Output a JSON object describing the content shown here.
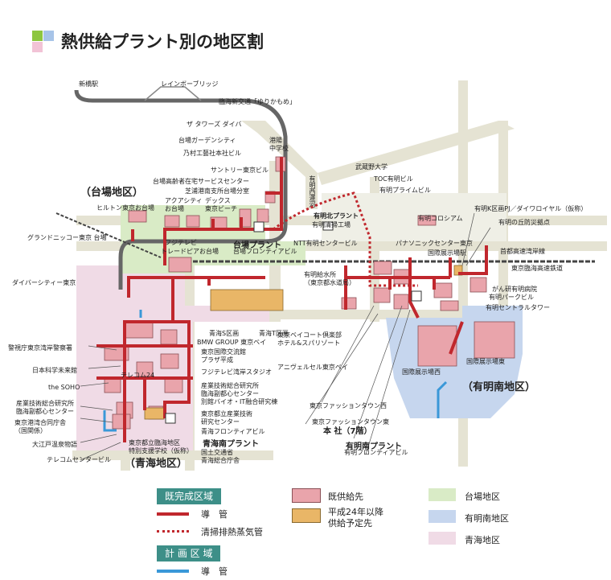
{
  "title": "熱供給プラント別の地区割",
  "colors": {
    "daiba_area": "#d9ebc6",
    "ariake_south_area": "#c6d6ee",
    "aomi_area": "#f0dbe6",
    "pipe": "#c0272d",
    "existing_supply": "#e9a4ab",
    "planned_supply": "#e9b667",
    "road": "#e5e3d3",
    "rail": "#555555",
    "legend_head": "#3d8f88",
    "planned_pipe": "#3a98d8"
  },
  "district_labels": {
    "daiba": "（台場地区）",
    "ariake_south": "（有明南地区）",
    "aomi": "（青海地区）"
  },
  "plant_labels": {
    "daiba_plant": "台場プラント",
    "ariake_north_plant": "有明北プラント",
    "ariake_south_plant": "有明南プラント",
    "aomi_plant": "青海南プラント",
    "hq": "本 社（7階）"
  },
  "map_labels": [
    {
      "id": "shimbashi",
      "text": "新橋駅"
    },
    {
      "id": "rainbow-bridge",
      "text": "レインボーブリッジ"
    },
    {
      "id": "yurikamome",
      "text": "臨海新交通「ゆりかもめ」"
    },
    {
      "id": "the-towers",
      "text": "ザ タワーズ ダイバ"
    },
    {
      "id": "daiba-garden-city",
      "text": "台場ガーデンシティ"
    },
    {
      "id": "nogi",
      "text": "乃村工藝社本社ビル"
    },
    {
      "id": "minato-jhs",
      "text": "港陽\n中学校"
    },
    {
      "id": "suntory",
      "text": "サントリー東京ビル"
    },
    {
      "id": "elderly-center",
      "text": "台場高齢者在宅サービスセンター"
    },
    {
      "id": "shibaura-branch",
      "text": "芝浦港南支所台場分室"
    },
    {
      "id": "ariake-nishi-canal",
      "text": "有明西運河"
    },
    {
      "id": "aqua-city",
      "text": "アクアシティ\nお台場"
    },
    {
      "id": "decks",
      "text": "デックス\n東京ビーチ"
    },
    {
      "id": "hilton",
      "text": "ヒルトン東京お台場"
    },
    {
      "id": "grand-nikko",
      "text": "グランドニッコー東京 台場"
    },
    {
      "id": "fuji-tv",
      "text": "フジテレビ"
    },
    {
      "id": "trade-pia",
      "text": "トレードピアお台場"
    },
    {
      "id": "daiba-frontier",
      "text": "台場フロンティアビル"
    },
    {
      "id": "divercity",
      "text": "ダイバーシティー東京"
    },
    {
      "id": "aomi-s",
      "text": "青海S区画"
    },
    {
      "id": "aomi-t",
      "text": "青海T区画"
    },
    {
      "id": "bmw",
      "text": "BMW GROUP 東京ベイ"
    },
    {
      "id": "tokyo-intl-exchange",
      "text": "東京国際交流館\nプラザ平成"
    },
    {
      "id": "fuji-studio",
      "text": "フジテレビ湾岸スタジオ"
    },
    {
      "id": "aist",
      "text": "産業技術総合研究所\n臨海副都心センター\n別館バイオ・IT融合研究棟"
    },
    {
      "id": "tokyo-tech-center",
      "text": "東京都立産業技術\n研究センター"
    },
    {
      "id": "aomi-frontier",
      "text": "青海フロンティアビル"
    },
    {
      "id": "police",
      "text": "警視庁東京湾岸警察署"
    },
    {
      "id": "miraikan",
      "text": "日本科学未来館"
    },
    {
      "id": "the-soho",
      "text": "the SOHO"
    },
    {
      "id": "aist-rinkai",
      "text": "産業技術総合研究所\n臨海副都心センター"
    },
    {
      "id": "port-office",
      "text": "東京港湾合同庁舎\n（国関係）"
    },
    {
      "id": "oedo-onsen",
      "text": "大江戸温泉物語"
    },
    {
      "id": "telecom",
      "text": "テレコムセンタービル"
    },
    {
      "id": "aomi-school",
      "text": "東京都立臨海地区\n特別支援学校（仮称）"
    },
    {
      "id": "mlit",
      "text": "国土交通省\n青海総合庁舎"
    },
    {
      "id": "telecom-24",
      "text": "テレコム24"
    },
    {
      "id": "ariake-west-canal-2",
      "text": "有明清掃工場"
    },
    {
      "id": "musashino",
      "text": "武蔵野大学"
    },
    {
      "id": "toc",
      "text": "TOC有明ビル"
    },
    {
      "id": "ariake-prime",
      "text": "有明プライムビル"
    },
    {
      "id": "colosseum",
      "text": "有明コロシアム"
    },
    {
      "id": "ntt",
      "text": "NTT有明センタービル"
    },
    {
      "id": "panasonic",
      "text": "パナソニックセンター東京"
    },
    {
      "id": "kokusai-tenjijo-st",
      "text": "国際展示場駅"
    },
    {
      "id": "ariake-k",
      "text": "有明K区画PJ／ダイワロイヤル（仮称）"
    },
    {
      "id": "oka-bousai",
      "text": "有明の丘防災拠点"
    },
    {
      "id": "shuto-exp",
      "text": "首都高速湾岸線"
    },
    {
      "id": "rinkai-line",
      "text": "東京臨海高速鉄道"
    },
    {
      "id": "water-facility",
      "text": "有明給水所\n（東京都水道局）"
    },
    {
      "id": "ganken",
      "text": "がん研有明病院"
    },
    {
      "id": "ariake-park",
      "text": "有明パークビル"
    },
    {
      "id": "ariake-central",
      "text": "有明セントラルタワー"
    },
    {
      "id": "bay-court",
      "text": "東京ベイコート倶楽部\nホテル&スパリゾート"
    },
    {
      "id": "anniversaire",
      "text": "アニヴェルセル東京ベイ"
    },
    {
      "id": "big-sight-west",
      "text": "国際展示場西"
    },
    {
      "id": "big-sight-east",
      "text": "国際展示場東"
    },
    {
      "id": "ftw-west",
      "text": "東京ファッションタウン西"
    },
    {
      "id": "ftw-east",
      "text": "東京ファッションタウン東"
    },
    {
      "id": "ariake-frontier",
      "text": "有明フロンティアビル"
    }
  ],
  "legend": {
    "existing_area_head": "既完成区域",
    "pipe": "導　管",
    "steam_pipe": "清掃排熱蒸気管",
    "plan_area_head": "計 画 区 域",
    "plan_pipe": "導　管",
    "existing_supply": "既供給先",
    "planned_supply": "平成24年以降\n供給予定先",
    "daiba_area": "台場地区",
    "ariake_south_area": "有明南地区",
    "aomi_area": "青海地区"
  }
}
